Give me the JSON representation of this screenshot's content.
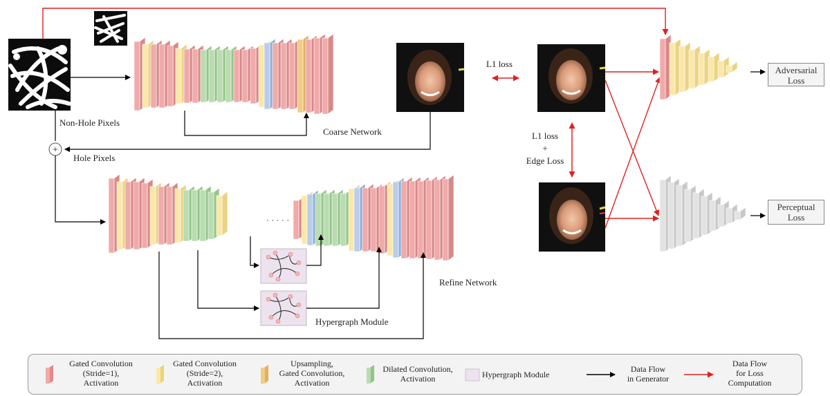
{
  "labels": {
    "non_hole": "Non-Hole Pixels",
    "hole": "Hole Pixels",
    "coarse": "Coarse Network",
    "refine": "Refine Network",
    "hypergraph": "Hypergraph Module",
    "l1_top": "L1 loss",
    "l1_mid_line1": "L1 loss",
    "l1_mid_line2": "+",
    "l1_mid_line3": "Edge Loss",
    "adv_line1": "Adversarial",
    "adv_line2": "Loss",
    "perc_line1": "Perceptual",
    "perc_line2": "Loss",
    "plus": "+",
    "dots": "· · · · ·"
  },
  "legend": [
    {
      "key": "gated1",
      "line1": "Gated Convolution",
      "line2": "(Stride=1),",
      "line3": "Activation",
      "color": "#f0aaaa"
    },
    {
      "key": "gated2",
      "line1": "Gated Convolution",
      "line2": "(Stride=2),",
      "line3": "Activation",
      "color": "#fbe7a8"
    },
    {
      "key": "upsample",
      "line1": "Upsampling,",
      "line2": "Gated Convolution,",
      "line3": "Activation",
      "color": "#f2cc85"
    },
    {
      "key": "dilated",
      "line1": "Dilated Convolution,",
      "line2": "Activation",
      "line3": "",
      "color": "#b9dcb0"
    },
    {
      "key": "hypergraph",
      "line1": "Hypergraph Module",
      "line2": "",
      "line3": "",
      "color": "#ece3ee"
    },
    {
      "key": "flow_gen",
      "line1": "Data Flow",
      "line2": "in Generator",
      "line3": "",
      "color": "#000000"
    },
    {
      "key": "flow_loss",
      "line1": "Data Flow",
      "line2": "for Loss",
      "line3": "Computation",
      "color": "#e02020"
    }
  ],
  "colors": {
    "red": "#f0aaaa",
    "yellow": "#fbe7a8",
    "orange": "#f2cc85",
    "green": "#b9dcb0",
    "blue": "#b9cdea",
    "gray": "#e2e2e2",
    "hyper_bg": "#ece3ee",
    "loss_arrow": "#e02020",
    "gen_arrow": "#000000"
  }
}
